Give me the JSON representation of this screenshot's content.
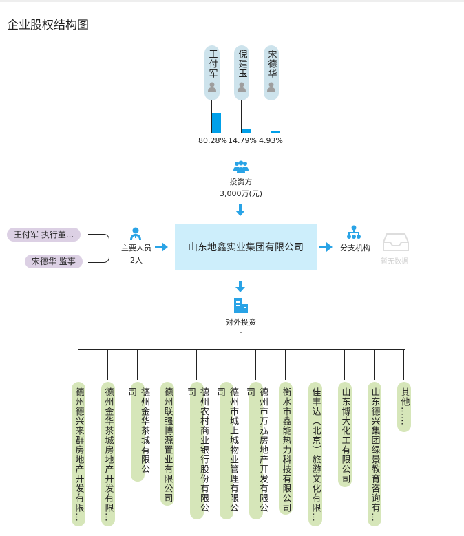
{
  "title": "企业股权结构图",
  "shareholders": [
    {
      "name": "王付军",
      "percent": "80.28%",
      "share": 80.28
    },
    {
      "name": "倪建玉",
      "percent": "14.79%",
      "share": 14.79
    },
    {
      "name": "宋德华",
      "percent": "4.93%",
      "share": 4.93
    }
  ],
  "investors": {
    "label": "投资方",
    "amount": "3,000万(元)"
  },
  "company": {
    "name": "山东地鑫实业集团有限公司"
  },
  "key_personnel": {
    "label": "主要人员",
    "count": "2人",
    "people": [
      "王付军 执行董...",
      "宋德华 监事"
    ]
  },
  "branches": {
    "label": "分支机构",
    "empty_text": "暂无数据"
  },
  "outbound": {
    "label": "对外投资",
    "amount": "-",
    "companies": [
      "德州德兴来群房地产开发有限…",
      "德州金华茶城房地产开发有限…",
      "德州金华茶城有限公司",
      "德州联强博源置业有限公司",
      "德州农村商业银行股份有限公司",
      "德州市城上城物业管理有限公司",
      "德州市万泓房地产开发有限公司",
      "衡水市鑫能热力科技有限公司",
      "佳丰达（北京）旅游文化有限…",
      "山东博大化工有限公司",
      "山东德兴集团绿景教育咨询有…",
      "其他……"
    ]
  },
  "colors": {
    "accent": "#00a0e9",
    "company_bg": "#cdeefb",
    "shareholder_bg": "#cde3ec",
    "person_bg": "#dcd0e4",
    "subsidiary_bg": "#d6e6b9"
  }
}
